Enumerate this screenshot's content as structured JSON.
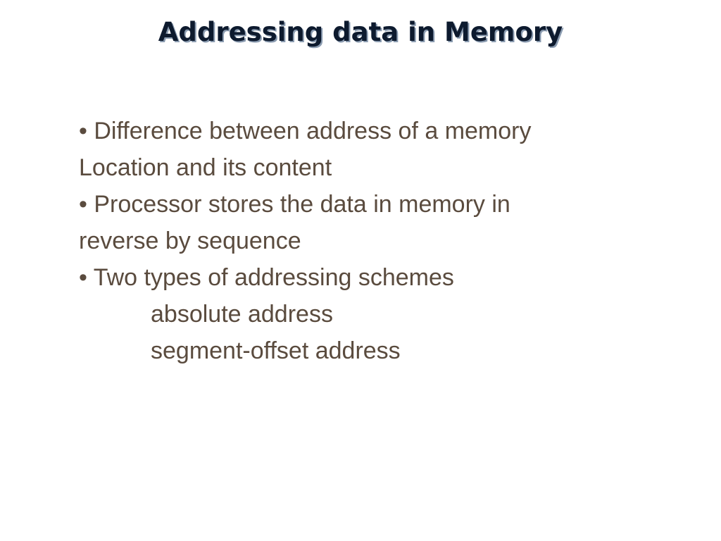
{
  "title": "Addressing data in Memory",
  "lines": [
    "• Difference between address of a memory",
    "Location and its content",
    "• Processor stores the data in memory in",
    "reverse by sequence",
    "• Two types of addressing schemes",
    "absolute address",
    "segment-offset address"
  ],
  "colors": {
    "title": "#0d1a2e",
    "title_shadow": "#8a9bb0",
    "body": "#5a4b3e",
    "background": "#ffffff"
  }
}
